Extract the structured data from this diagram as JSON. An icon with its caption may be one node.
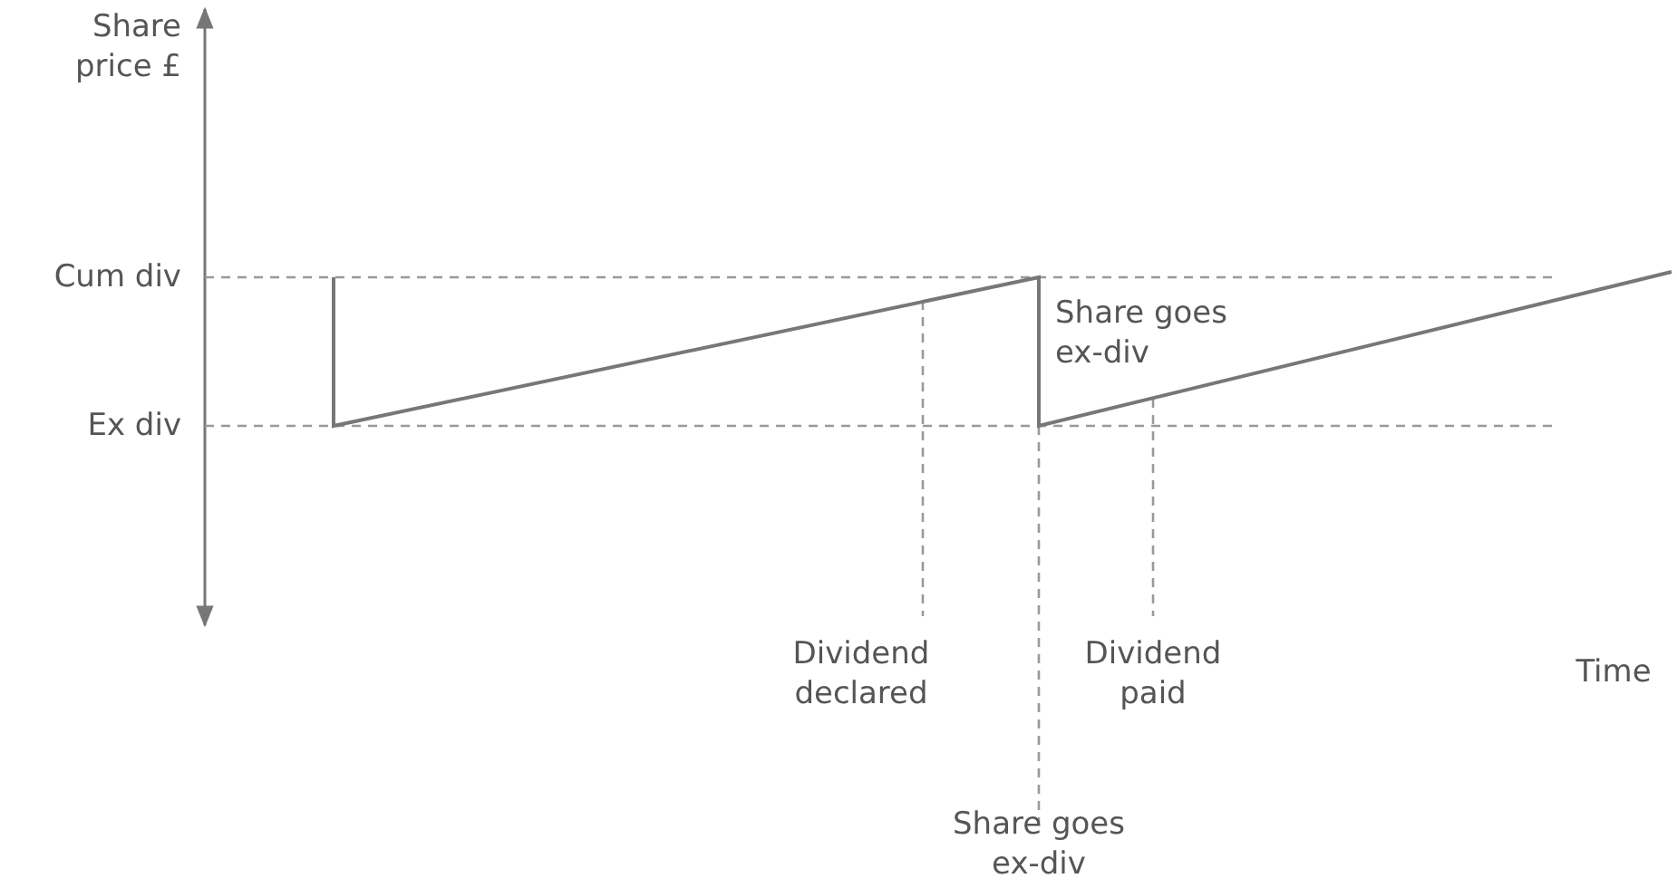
{
  "diagram": {
    "labels": [
      "Share price £",
      "Cum div",
      "Ex div",
      "Share goes ex-div",
      "Dividend declared",
      "Dividend paid",
      "Time",
      "Share goes ex-div"
    ]
  }
}
